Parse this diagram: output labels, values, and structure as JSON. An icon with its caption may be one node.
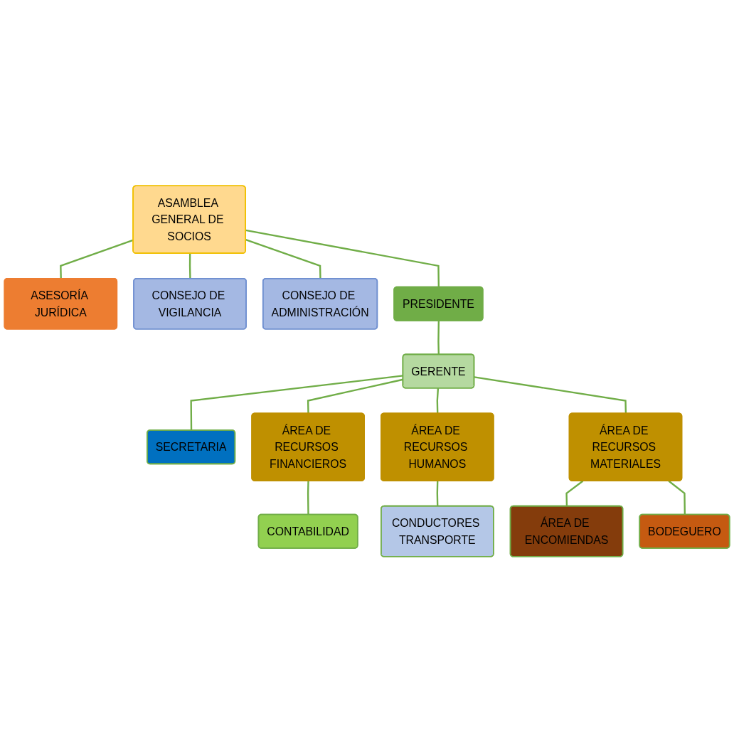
{
  "diagram": {
    "nodes": [
      {
        "text": [
          "ASAMBLEA GENERAL DE SOCIOS"
        ]
      },
      {
        "text": [
          "ASESORÍA JURÍDICA"
        ]
      },
      {
        "text": [
          "CONSEJO DE VIGILANCIA"
        ]
      },
      {
        "text": [
          "CONSEJO DE ADMINISTRACIÓN"
        ]
      },
      {
        "text": [
          "PRESIDENTE"
        ]
      },
      {
        "text": [
          "GERENTE"
        ]
      },
      {
        "text": [
          "SECRETARIA"
        ]
      },
      {
        "text": [
          "ÁREA DE RECURSOS FINANCIEROS"
        ]
      },
      {
        "text": [
          "ÁREA DE RECURSOS HUMANOS"
        ]
      },
      {
        "text": [
          "ÁREA DE RECURSOS MATERIALES"
        ]
      },
      {
        "text": [
          "CONTABILIDAD"
        ]
      },
      {
        "text": [
          "CONDUCTORES TRANSPORTE"
        ]
      },
      {
        "text": [
          "ÁREA DE ENCOMIENDAS"
        ]
      },
      {
        "text": [
          "BODEGUERO"
        ]
      }
    ],
    "edges": [
      {
        "from": 0,
        "to": 1,
        "arrow": "none"
      },
      {
        "from": 0,
        "to": 2,
        "arrow": "none"
      },
      {
        "from": 0,
        "to": 3,
        "arrow": "none"
      },
      {
        "from": 0,
        "to": 4,
        "arrow": "none"
      },
      {
        "from": 4,
        "to": 5,
        "arrow": "none"
      },
      {
        "from": 5,
        "to": 6,
        "arrow": "none"
      },
      {
        "from": 5,
        "to": 7,
        "arrow": "none"
      },
      {
        "from": 5,
        "to": 8,
        "arrow": "none"
      },
      {
        "from": 5,
        "to": 9,
        "arrow": "none"
      },
      {
        "from": 7,
        "to": 10,
        "arrow": "none"
      },
      {
        "from": 8,
        "to": 11,
        "arrow": "none"
      },
      {
        "from": 9,
        "to": 12,
        "arrow": "none"
      },
      {
        "from": 9,
        "to": 13,
        "arrow": "none"
      }
    ]
  }
}
